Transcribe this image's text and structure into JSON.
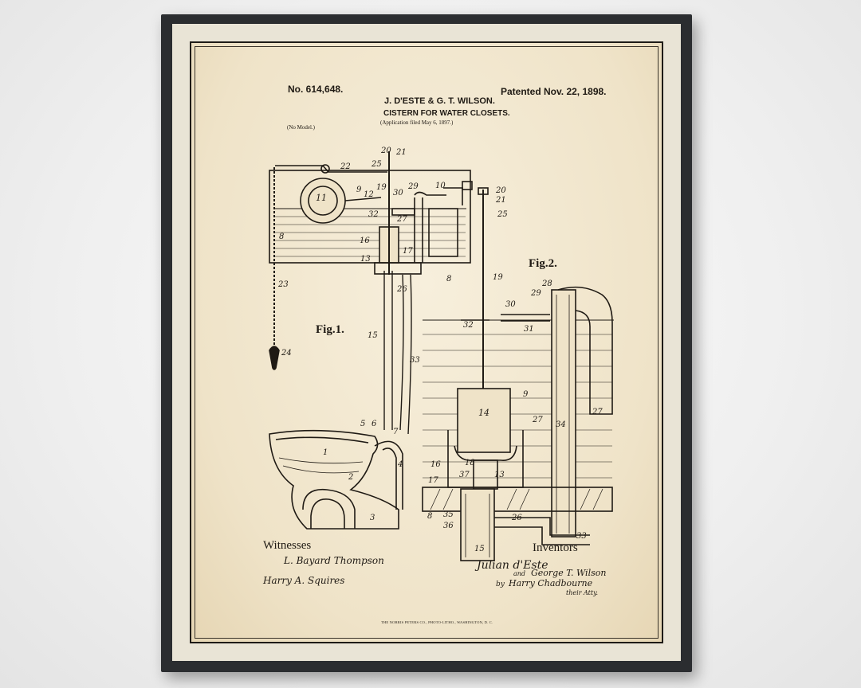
{
  "patent": {
    "number": "No. 614,648.",
    "patented": "Patented Nov. 22, 1898.",
    "inventors_line": "J. D'ESTE & G. T. WILSON.",
    "title": "CISTERN FOR WATER CLOSETS.",
    "application": "(Application filed May 6, 1897.)",
    "model": "(No Model.)"
  },
  "figures": {
    "fig1": "Fig.1.",
    "fig2": "Fig.2."
  },
  "witnesses": {
    "heading": "Witnesses",
    "sig1": "L. Bayard Thompson",
    "sig2": "Harry A. Squires"
  },
  "inventors": {
    "heading": "Inventors",
    "sig1": "Julian d'Este",
    "and": "and",
    "sig2": "George T. Wilson",
    "by": "by",
    "attorney": "Harry Chadbourne",
    "atty": "their Atty."
  },
  "printer": "THE NORRIS PETERS CO., PHOTO-LITHO., WASHINGTON, D. C.",
  "numerals_fig1": [
    "20",
    "21",
    "22",
    "25",
    "19",
    "9",
    "12",
    "11",
    "10",
    "30",
    "29",
    "32",
    "27",
    "8",
    "16",
    "17",
    "13",
    "26",
    "23",
    "24",
    "15",
    "33",
    "5",
    "6",
    "7",
    "1",
    "2",
    "4",
    "3",
    "8"
  ],
  "numerals_fig2": [
    "20",
    "21",
    "25",
    "28",
    "29",
    "19",
    "30",
    "32",
    "31",
    "9",
    "14",
    "27",
    "34",
    "27",
    "16",
    "18",
    "37",
    "13",
    "17",
    "35",
    "36",
    "26",
    "33",
    "8",
    "15"
  ],
  "colors": {
    "ink": "#1f1a14",
    "paper": "#f3e8d0",
    "frame": "#2b2d30"
  }
}
